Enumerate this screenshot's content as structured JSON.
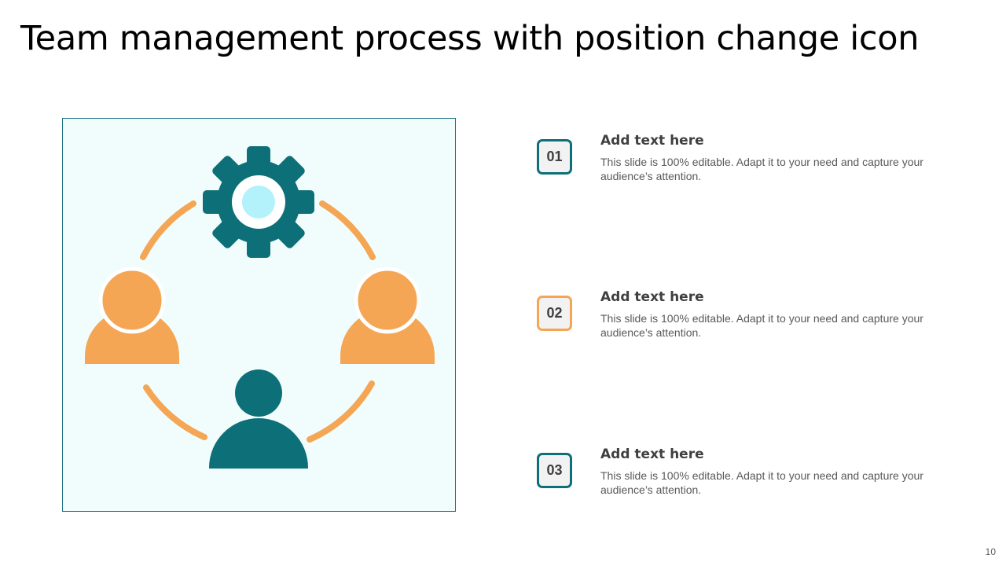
{
  "slide": {
    "title": "Team management process with position change icon",
    "page_number": "10"
  },
  "colors": {
    "teal": "#0d6f77",
    "orange": "#f4a654",
    "gear_center": "#b3f2fb",
    "panel_background": "#f0fdfc",
    "panel_border": "#1b7283",
    "badge_background": "#f2f2f2",
    "text_dark": "#404040",
    "text_body": "#595959"
  },
  "icon_panel": {
    "icons": [
      "gear-icon",
      "person-icon-left",
      "person-icon-right",
      "person-icon-bottom",
      "cycle-arc"
    ]
  },
  "steps": [
    {
      "number": "01",
      "heading": "Add text here",
      "body": "This slide is 100% editable. Adapt it to your need and capture your audience’s attention.",
      "badge_color": "teal"
    },
    {
      "number": "02",
      "heading": "Add text here",
      "body": "This slide is 100% editable. Adapt it to your need and capture your audience’s attention.",
      "badge_color": "orange"
    },
    {
      "number": "03",
      "heading": "Add text here",
      "body": "This slide is 100% editable. Adapt it to your need and capture your audience’s attention.",
      "badge_color": "teal"
    }
  ]
}
